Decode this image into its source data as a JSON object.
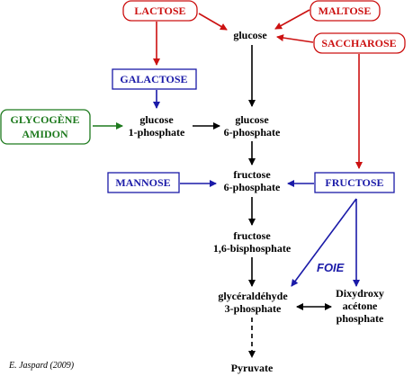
{
  "sources": {
    "lactose": "LACTOSE",
    "maltose": "MALTOSE",
    "saccharose": "SACCHAROSE",
    "galactose": "GALACTOSE",
    "glycogene_line1": "GLYCOGÈNE",
    "glycogene_line2": "AMIDON",
    "mannose": "MANNOSE",
    "fructose": "FRUCTOSE"
  },
  "metabolites": {
    "glucose": "glucose",
    "g1p_line1": "glucose",
    "g1p_line2": "1-phosphate",
    "g6p_line1": "glucose",
    "g6p_line2": "6-phosphate",
    "f6p_line1": "fructose",
    "f6p_line2": "6-phosphate",
    "f16bp_line1": "fructose",
    "f16bp_line2": "1,6-bisphosphate",
    "g3p_line1": "glycéraldéhyde",
    "g3p_line2": "3-phosphate",
    "dhap_line1": "Dixydroxy",
    "dhap_line2": "acétone",
    "dhap_line3": "phosphate",
    "pyruvate": "Pyruvate"
  },
  "annotations": {
    "foie": "FOIE",
    "credit": "E. Jaspard (2009)"
  },
  "colors": {
    "red": "#cc1111",
    "blue": "#1a1aa8",
    "green": "#1e7a1e",
    "black": "#000000"
  }
}
